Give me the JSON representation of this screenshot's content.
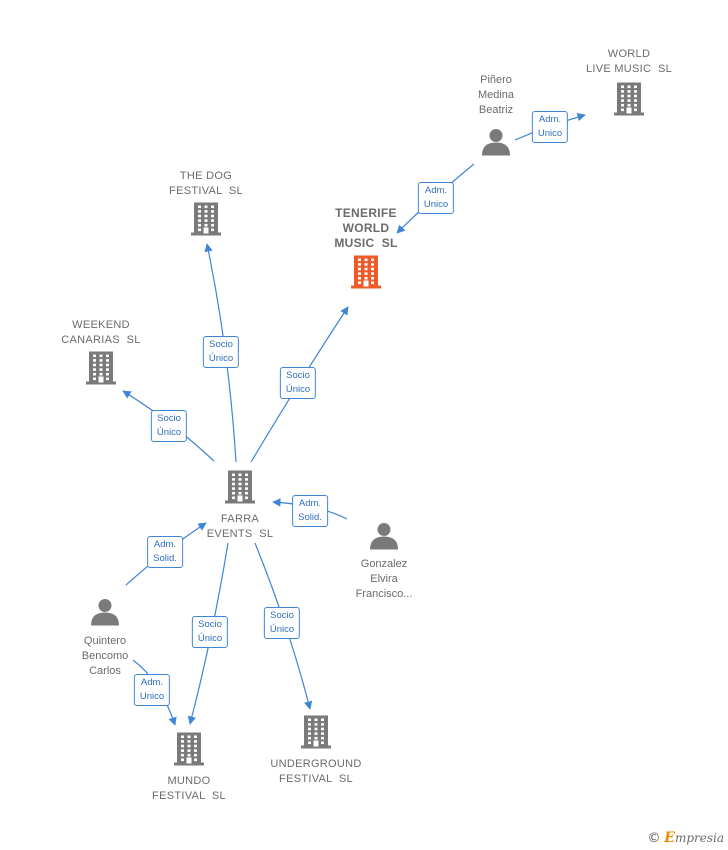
{
  "colors": {
    "edge": "#3f85d6",
    "company_icon": "#7a7a7a",
    "focus_icon": "#f05a28",
    "person_icon": "#7a7a7a"
  },
  "nodes": [
    {
      "id": "farra",
      "type": "company",
      "label": "FARRA\nEVENTS  SL",
      "icon": "building-icon"
    },
    {
      "id": "tenerife",
      "type": "focus-company",
      "label": "TENERIFE\nWORLD\nMUSIC  SL",
      "icon": "building-icon"
    },
    {
      "id": "world_live",
      "type": "company",
      "label": "WORLD\nLIVE MUSIC  SL",
      "icon": "building-icon"
    },
    {
      "id": "dog",
      "type": "company",
      "label": "THE DOG\nFESTIVAL  SL",
      "icon": "building-icon"
    },
    {
      "id": "weekend",
      "type": "company",
      "label": "WEEKEND\nCANARIAS  SL",
      "icon": "building-icon"
    },
    {
      "id": "mundo",
      "type": "company",
      "label": "MUNDO\nFESTIVAL  SL",
      "icon": "building-icon"
    },
    {
      "id": "underground",
      "type": "company",
      "label": "UNDERGROUND\nFESTIVAL  SL",
      "icon": "building-icon"
    },
    {
      "id": "pinero",
      "type": "person",
      "label": "Piñero\nMedina\nBeatriz",
      "icon": "person-icon"
    },
    {
      "id": "gonzalez",
      "type": "person",
      "label": "Gonzalez\nElvira\nFrancisco...",
      "icon": "person-icon"
    },
    {
      "id": "quintero",
      "type": "person",
      "label": "Quintero\nBencomo\nCarlos",
      "icon": "person-icon"
    }
  ],
  "edges": [
    {
      "from": "farra",
      "to": "dog",
      "label": "Socio\nÚnico"
    },
    {
      "from": "farra",
      "to": "tenerife",
      "label": "Socio\nÚnico"
    },
    {
      "from": "farra",
      "to": "weekend",
      "label": "Socio\nÚnico"
    },
    {
      "from": "farra",
      "to": "mundo",
      "label": "Socio\nÚnico"
    },
    {
      "from": "farra",
      "to": "underground",
      "label": "Socio\nÚnico"
    },
    {
      "from": "pinero",
      "to": "tenerife",
      "label": "Adm.\nUnico"
    },
    {
      "from": "pinero",
      "to": "world_live",
      "label": "Adm.\nUnico"
    },
    {
      "from": "gonzalez",
      "to": "farra",
      "label": "Adm.\nSolid."
    },
    {
      "from": "quintero",
      "to": "farra",
      "label": "Adm.\nSolid."
    },
    {
      "from": "quintero",
      "to": "mundo",
      "label": "Adm.\nUnico"
    }
  ],
  "footer": {
    "copyright": "©",
    "brand_initial": "E",
    "brand_rest": "mpresia"
  }
}
